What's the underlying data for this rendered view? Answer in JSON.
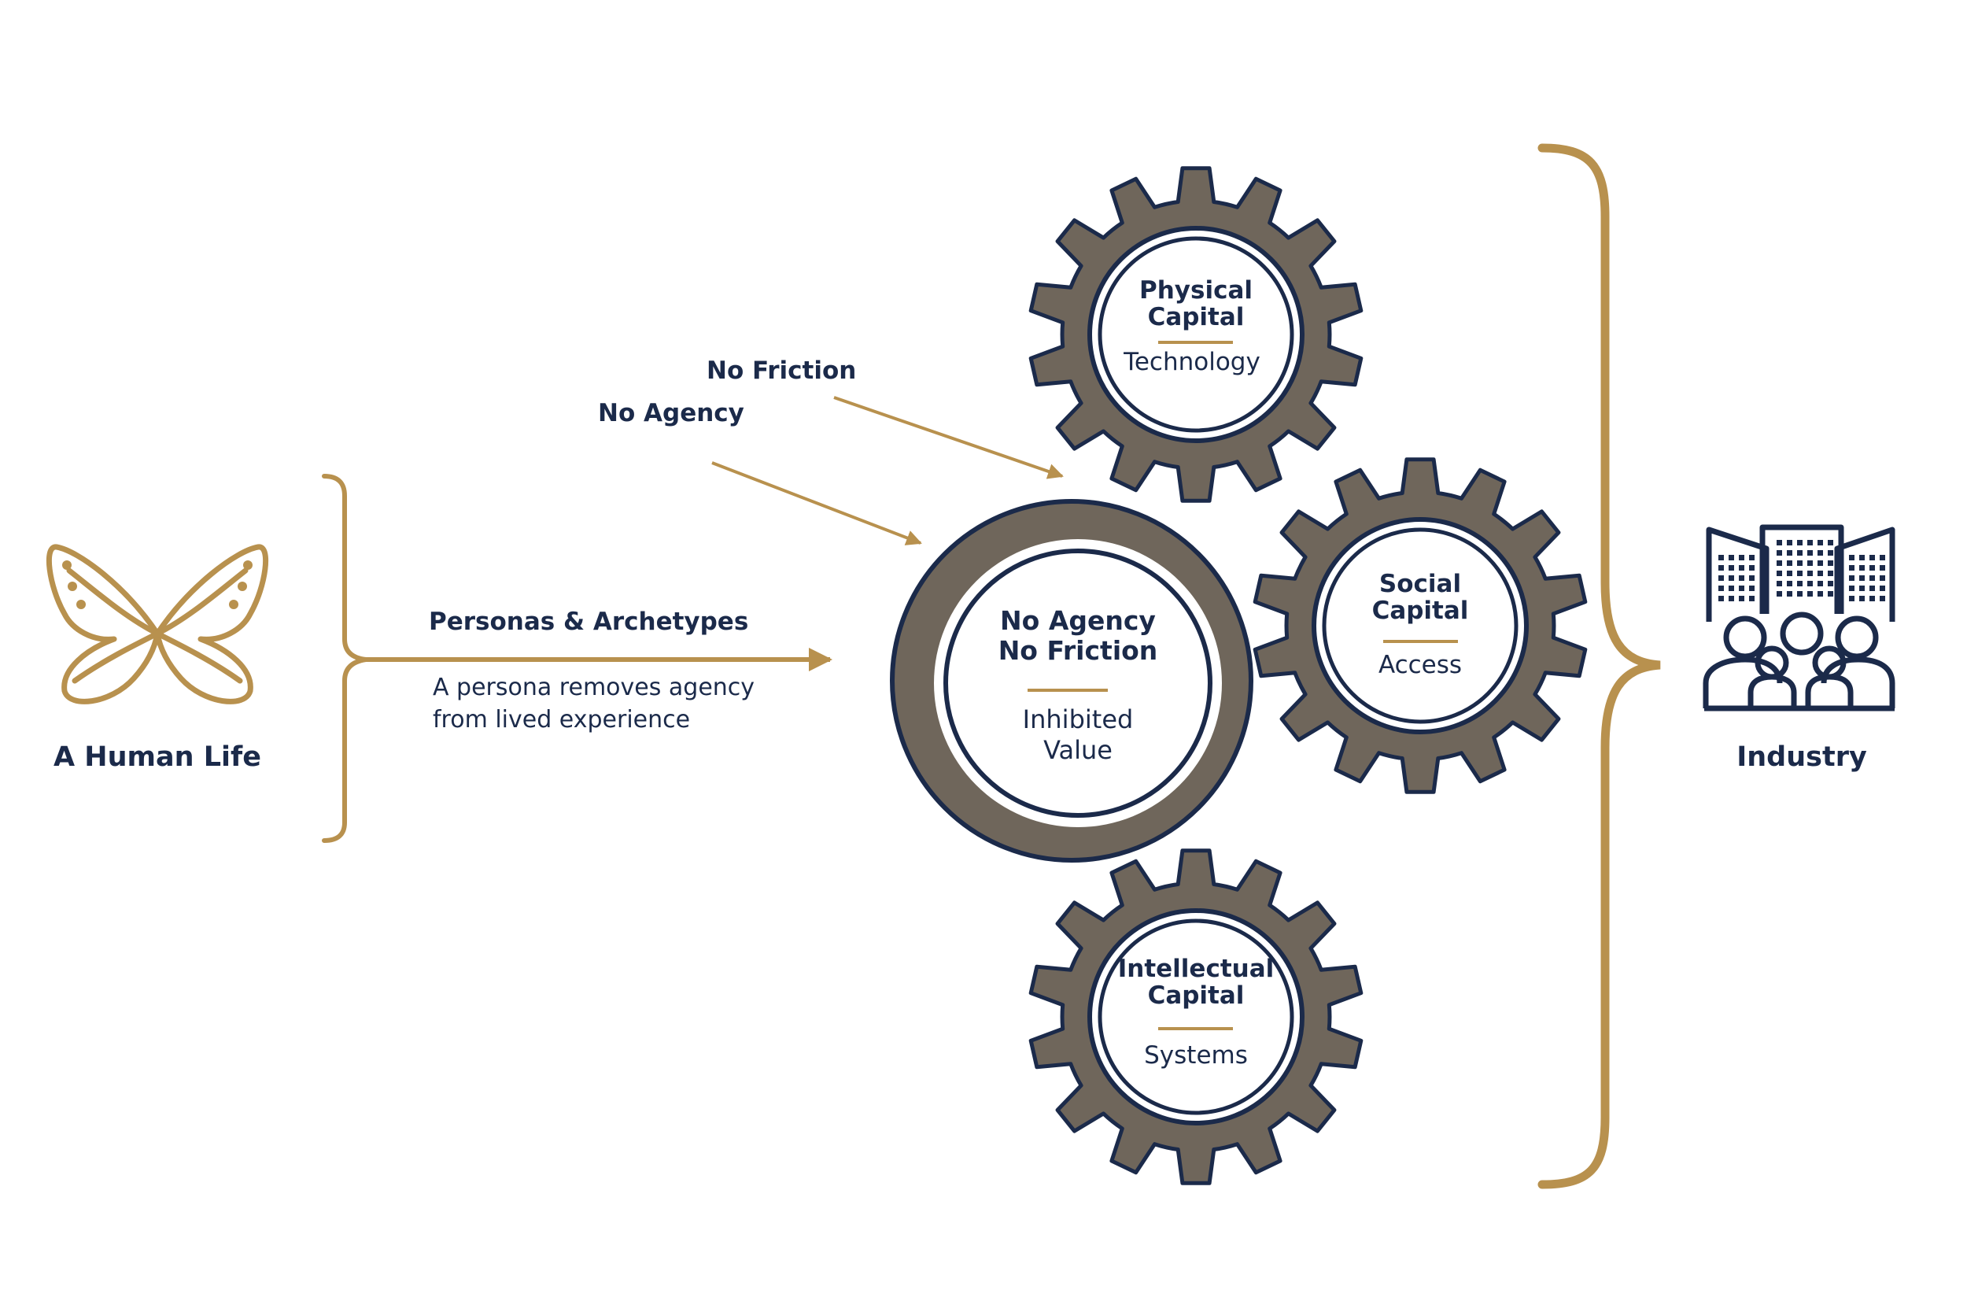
{
  "colors": {
    "navy": "#1b2a4a",
    "gold": "#b8914e",
    "gear": "#6f665b",
    "background": "#ffffff"
  },
  "left": {
    "icon": "butterfly-icon",
    "label": "A Human Life"
  },
  "flow": {
    "title": "Personas & Archetypes",
    "description_line1": "A persona removes agency",
    "description_line2": "from lived experience"
  },
  "arrows": {
    "no_friction": "No Friction",
    "no_agency": "No Agency"
  },
  "center_wheel": {
    "line1": "No Agency",
    "line2": "No Friction",
    "sub_line1": "Inhibited",
    "sub_line2": "Value"
  },
  "gears": [
    {
      "title_line1": "Physical",
      "title_line2": "Capital",
      "subtitle": "Technology"
    },
    {
      "title_line1": "Social",
      "title_line2": "Capital",
      "subtitle": "Access"
    },
    {
      "title_line1": "Intellectual",
      "title_line2": "Capital",
      "subtitle": "Systems"
    }
  ],
  "right": {
    "icon": "industry-icon",
    "label": "Industry"
  }
}
